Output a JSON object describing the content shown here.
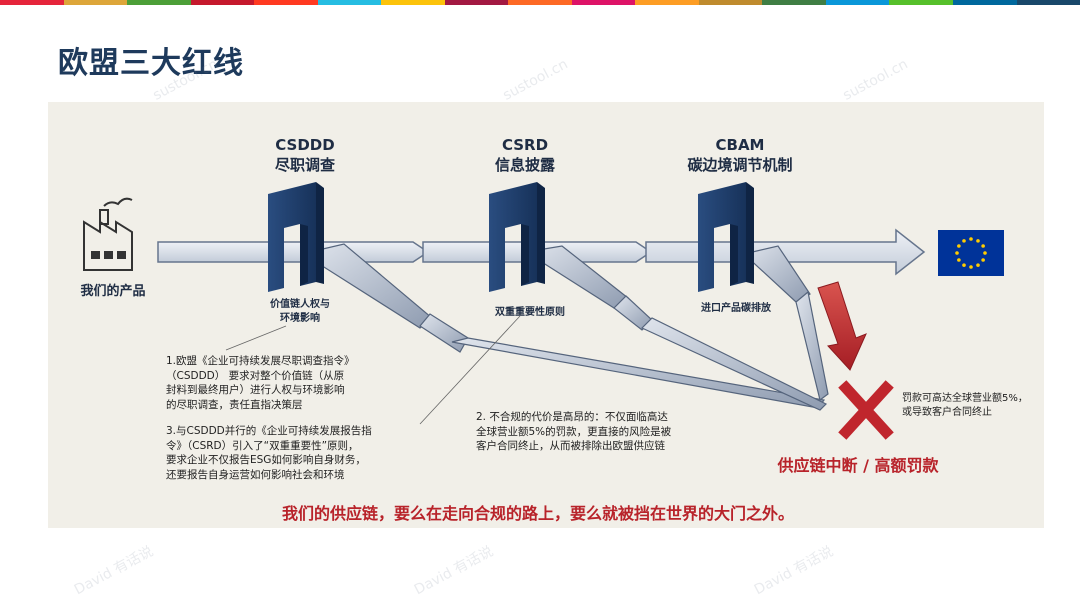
{
  "title": "欧盟三大红线",
  "top_bar_colors": [
    "#e5243b",
    "#dda63a",
    "#4c9f38",
    "#c5192d",
    "#ff3a21",
    "#26bde2",
    "#fcc30b",
    "#a21942",
    "#fd6925",
    "#dd1367",
    "#fd9d24",
    "#bf8b2e",
    "#3f7e44",
    "#0a97d9",
    "#56c02b",
    "#00689d",
    "#19486a"
  ],
  "product_label": "我们的产品",
  "gates": [
    {
      "abbr": "CSDDD",
      "name": "尽职调查",
      "note": "价值链人权与\n环境影响"
    },
    {
      "abbr": "CSRD",
      "name": "信息披露",
      "note": "双重重要性原则"
    },
    {
      "abbr": "CBAM",
      "name": "碳边境调节机制",
      "note": "进口产品碳排放"
    }
  ],
  "notes": {
    "note1": "1.欧盟《企业可持续发展尽职调查指令》\n（CSDDD） 要求对整个价值链（从原\n封料到最终用户）进行人权与环境影响\n的尽职调查，责任直指决策层",
    "note2": "2. 不合规的代价是高昂的：不仅面临高达\n全球营业额5%的罚款，更直接的风险是被\n客户合同终止，从而被排除出欧盟供应链",
    "note3": "3.与CSDDD并行的《企业可持续发展报告指\n令》（CSRD）引入了“双重重要性”原则，\n要求企业不仅报告ESG如何影响自身财务，\n还要报告自身运营如何影响社会和环境",
    "penalty": "罚款可高达全球营业额5%，\n或导致客户合同终止"
  },
  "outcome_label": "供应链中断 / 高额罚款",
  "slogan": "我们的供应链，要么在走向合规的路上，要么就被挡在世界的大门之外。",
  "watermarks": [
    "sustool.cn",
    "sustool.cn",
    "sustool.cn",
    "David 有话说",
    "David 有话说",
    "David 有话说"
  ],
  "colors": {
    "title": "#1e3a5c",
    "gate": "#1f3f6e",
    "red": "#b8232a",
    "eu_blue": "#003399",
    "eu_star": "#ffcc00"
  }
}
